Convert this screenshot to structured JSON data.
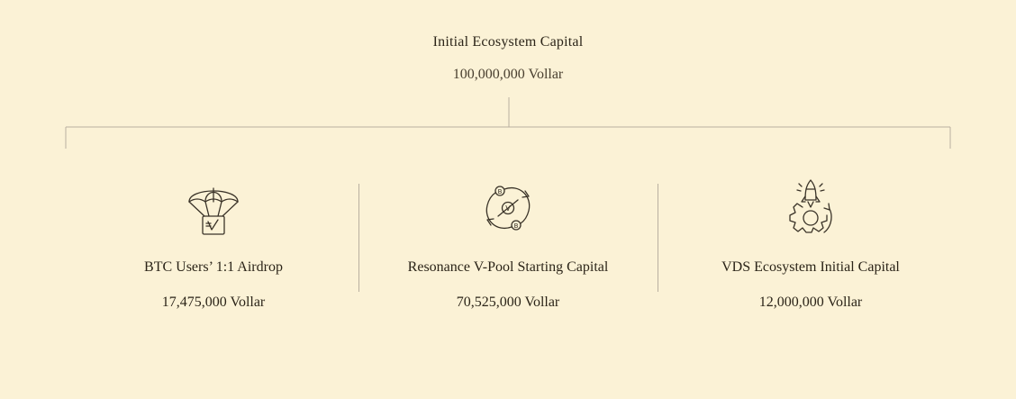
{
  "root": {
    "title": "Initial Ecosystem Capital",
    "amount": "100,000,000 Vollar"
  },
  "branches": [
    {
      "label": "BTC Users’ 1:1 Airdrop",
      "amount": "17,475,000 Vollar",
      "icon": "parachute-airdrop-icon"
    },
    {
      "label": "Resonance V-Pool Starting Capital",
      "amount": "70,525,000 Vollar",
      "icon": "exchange-cycle-icon"
    },
    {
      "label": "VDS Ecosystem Initial Capital",
      "amount": "12,000,000 Vollar",
      "icon": "rocket-gear-icon"
    }
  ],
  "colors": {
    "background": "#fbf2d6",
    "text": "#2b2418",
    "lines": "#b9b0a0",
    "icon_stroke": "#3a3328"
  }
}
